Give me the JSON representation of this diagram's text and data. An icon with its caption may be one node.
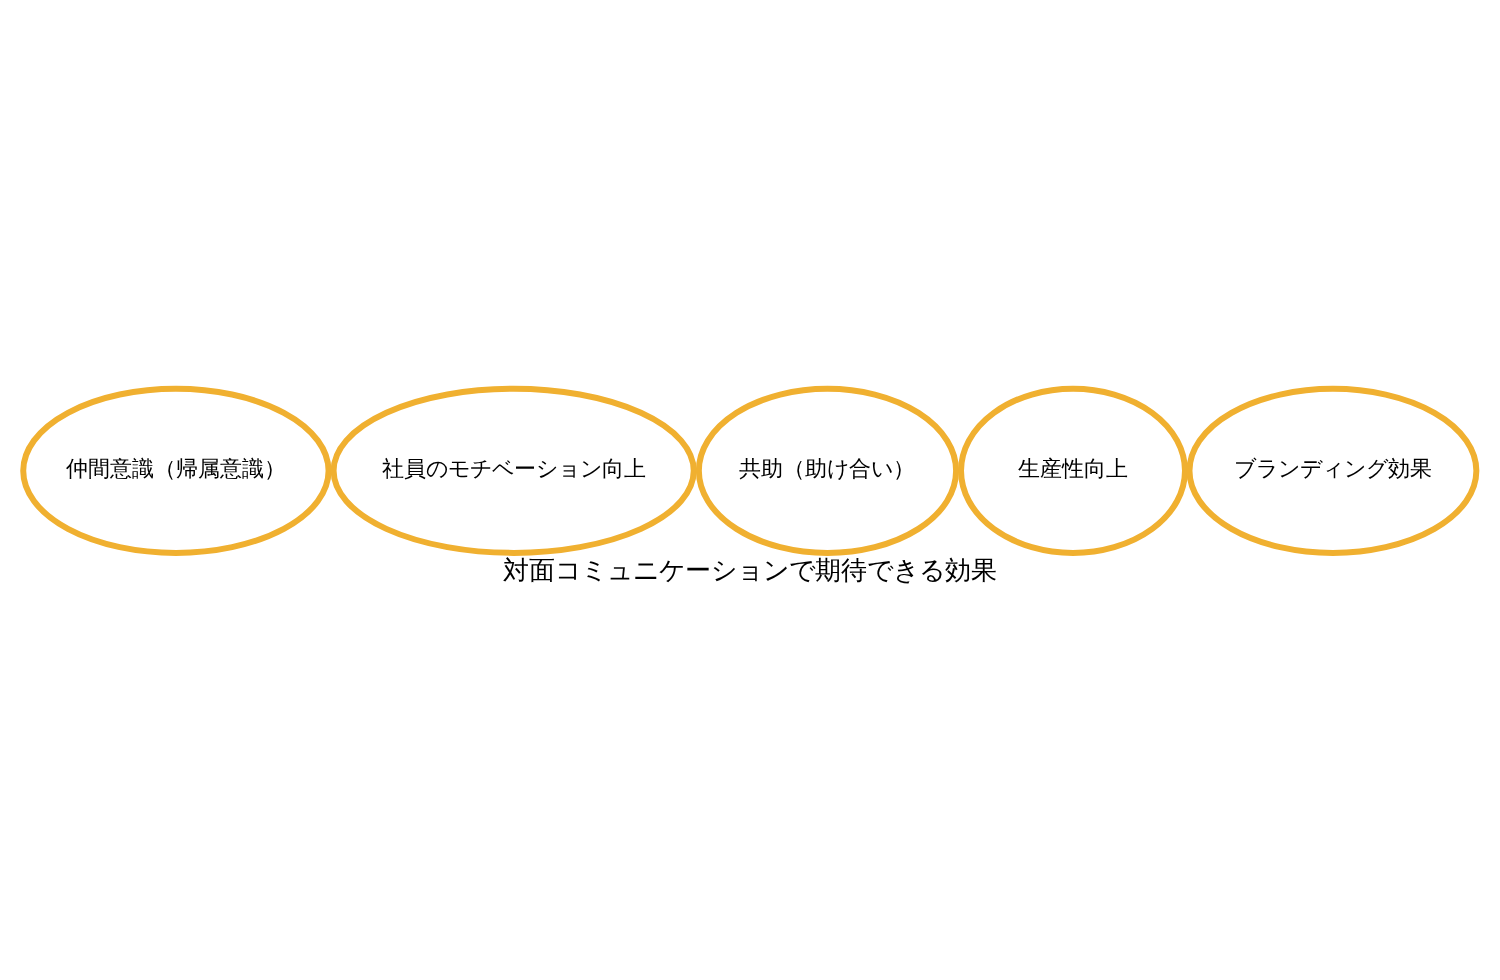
{
  "diagram": {
    "caption": "対面コミュニケーションで期待できる効果",
    "nodes": [
      {
        "text": [
          "仲間意識（帰属意識）"
        ]
      },
      {
        "text": [
          "社員のモチベーション向上"
        ]
      },
      {
        "text": [
          "共助（助け合い）"
        ]
      },
      {
        "text": [
          "生産性向上"
        ]
      },
      {
        "text": [
          "ブランディング効果"
        ]
      }
    ],
    "edges": []
  }
}
